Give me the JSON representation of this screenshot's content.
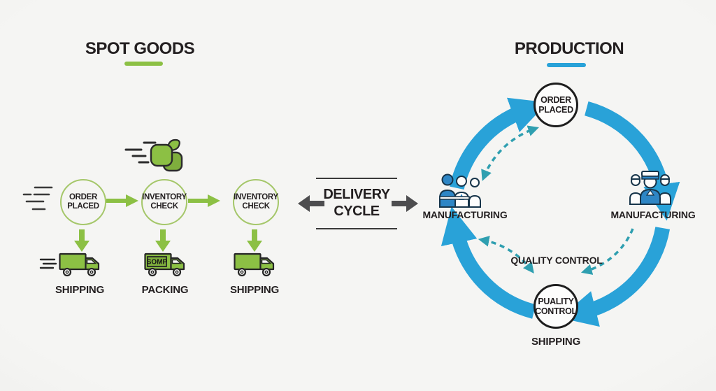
{
  "palette": {
    "green": "#8cc044",
    "green_light": "#a5c76a",
    "blue": "#29a2d8",
    "teal": "#2f9fb0",
    "dark_text": "#231f20",
    "gray_arrow": "#4d4d4f"
  },
  "spot_goods": {
    "title": "SPOT GOODS",
    "steps": [
      {
        "circle_line1": "ORDER",
        "circle_line2": "PLACED",
        "bottom_label": "SHIPPING"
      },
      {
        "circle_line1": "INVENTORY",
        "circle_line2": "CHECK",
        "bottom_label": "PACKING",
        "truck_text": "SOMP"
      },
      {
        "circle_line1": "INVENTORY",
        "circle_line2": "CHECK",
        "bottom_label": "SHIPPING"
      }
    ]
  },
  "delivery_cycle": {
    "line1": "DELIVERY",
    "line2": "CYCLE"
  },
  "production": {
    "title": "PRODUCTION",
    "top_circle": {
      "line1": "ORDER",
      "line2": "PLACED"
    },
    "left_node_label": "MANUFACTURING",
    "right_node_label": "MANUFACTURING",
    "center_label": "QUALITY CONTROL",
    "bottom_circle": {
      "line1": "PUALITY",
      "line2": "CONTROL"
    },
    "bottom_label": "SHIPPING"
  }
}
